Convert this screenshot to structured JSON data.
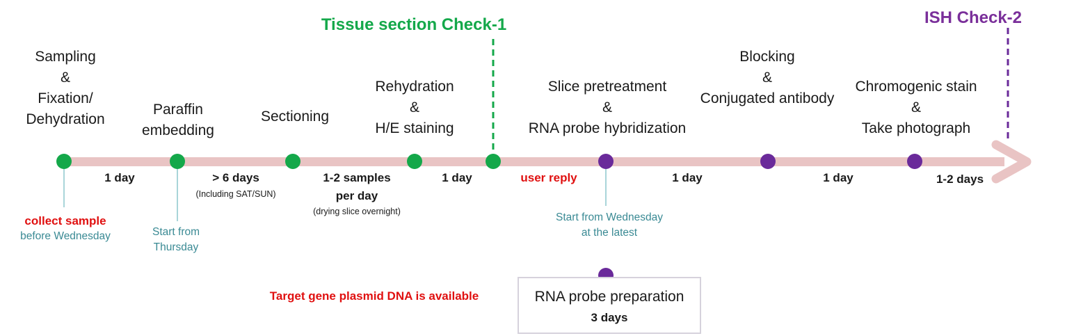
{
  "checkpoints": {
    "tissue": "Tissue section Check-1",
    "ish": "ISH Check-2"
  },
  "steps": {
    "sampling": [
      "Sampling",
      "&",
      "Fixation/",
      "Dehydration"
    ],
    "paraffin": [
      "Paraffin",
      "embedding"
    ],
    "sectioning": [
      "Sectioning"
    ],
    "rehydration": [
      "Rehydration",
      "&",
      "H/E staining"
    ],
    "slice": [
      "Slice pretreatment",
      "&",
      "RNA probe hybridization"
    ],
    "blocking": [
      "Blocking",
      "&",
      "Conjugated antibody"
    ],
    "chromogenic": [
      "Chromogenic stain",
      "&",
      "Take photograph"
    ]
  },
  "durations": {
    "d1": "1 day",
    "d2": "> 6 days",
    "d2_note": "(Including SAT/SUN)",
    "d3_line1": "1-2 samples",
    "d3_line2": "per day",
    "d3_note": "(drying slice overnight)",
    "d4": "1 day",
    "d5": "user reply",
    "d6": "1 day",
    "d7": "1 day",
    "d8": "1-2 days"
  },
  "notes": {
    "collect_title": "collect sample",
    "collect_sub": "before Wednesday",
    "start_thursday_1": "Start from",
    "start_thursday_2": "Thursday",
    "start_wed_1": "Start from Wednesday",
    "start_wed_2": "at the latest"
  },
  "plasmid_note": "Target gene plasmid DNA is available",
  "probe_prep": {
    "title": "RNA probe preparation",
    "duration": "3 days"
  },
  "colors": {
    "timeline": "#e9c4c4",
    "green": "#14a84a",
    "purple": "#6a2a9a",
    "teal_note": "#3a8a94",
    "red_note": "#e01010"
  }
}
